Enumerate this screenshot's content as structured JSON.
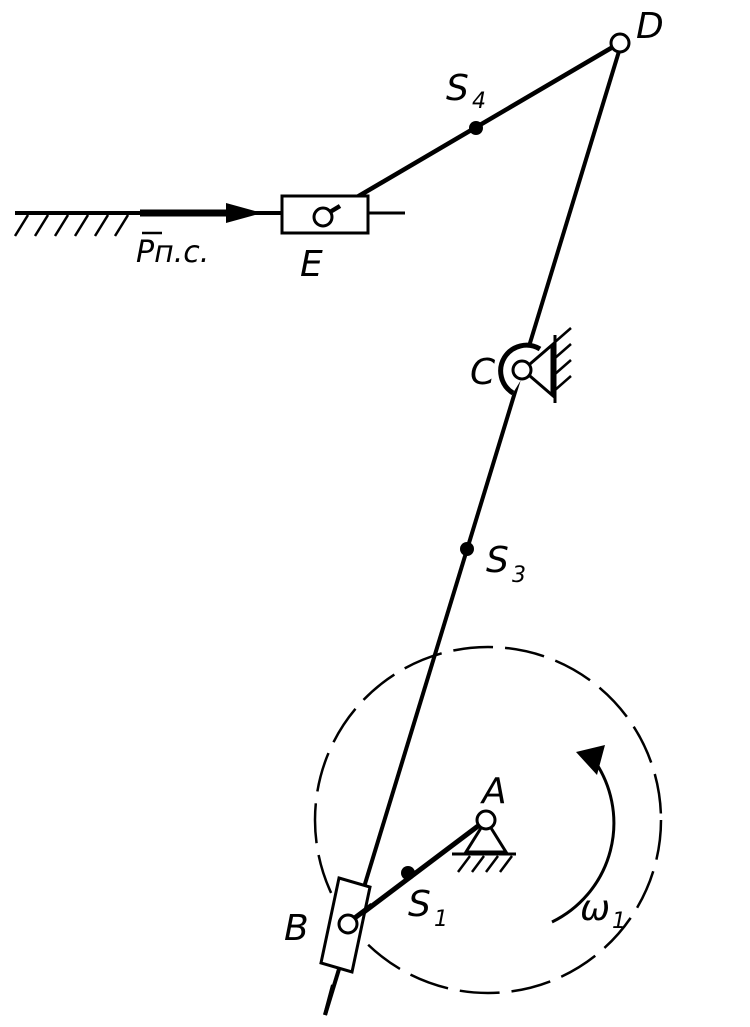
{
  "colors": {
    "ink": "#000000",
    "paper": "#ffffff"
  },
  "labels": {
    "D": "D",
    "E": "E",
    "C": "C",
    "B": "B",
    "A": "A",
    "S4_letter": "S",
    "S4_sub": "4",
    "S3_letter": "S",
    "S3_sub": "3",
    "S1_letter": "S",
    "S1_sub": "1",
    "omega_letter": "ω",
    "omega_sub": "1",
    "force": "Pп.с."
  }
}
